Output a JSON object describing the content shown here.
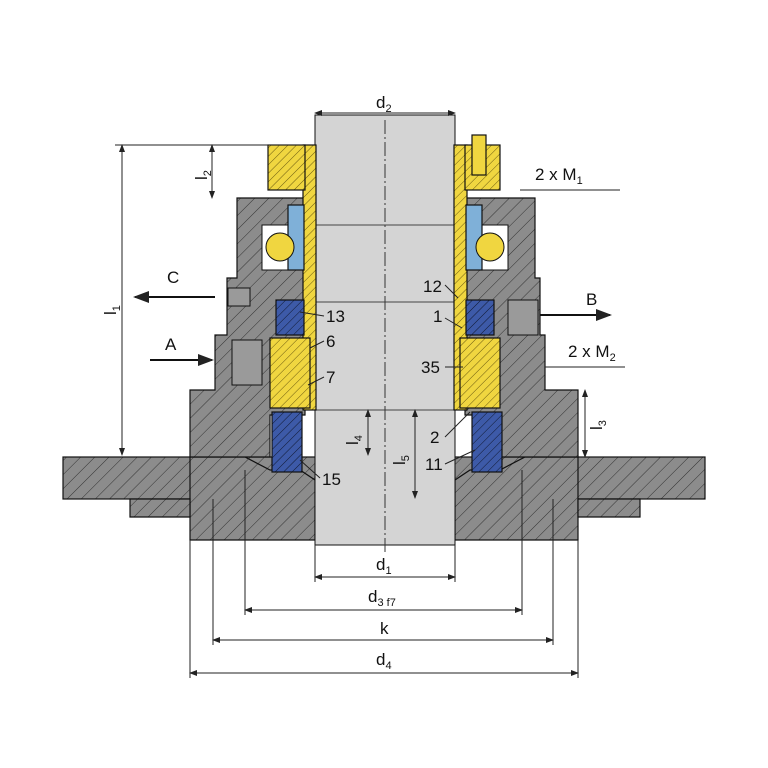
{
  "title": "Mechanical seal cross-section drawing",
  "colors": {
    "housing": "#8c8c8c",
    "shaft": "#d4d4d4",
    "sleeve": "#f0d640",
    "seal_blue": "#3d5aa8",
    "bearing_blue": "#7fb0d8",
    "background": "#ffffff"
  },
  "dimensions": {
    "d2": {
      "main": "d",
      "sub": "2"
    },
    "d1": {
      "main": "d",
      "sub": "1"
    },
    "d3": {
      "main": "d",
      "sub": "3 f7"
    },
    "k": {
      "main": "k"
    },
    "d4": {
      "main": "d",
      "sub": "4"
    },
    "l1": {
      "main": "l",
      "sub": "1"
    },
    "l2": {
      "main": "l",
      "sub": "2"
    },
    "l3": {
      "main": "l",
      "sub": "3"
    },
    "l4": {
      "main": "l",
      "sub": "4"
    },
    "l5": {
      "main": "l",
      "sub": "5"
    },
    "m1": {
      "main": "2 x M",
      "sub": "1"
    },
    "m2": {
      "main": "2 x M",
      "sub": "2"
    }
  },
  "ports": {
    "a": "A",
    "b": "B",
    "c": "C"
  },
  "part_numbers": [
    "13",
    "6",
    "7",
    "15",
    "12",
    "1",
    "35",
    "2",
    "11"
  ]
}
